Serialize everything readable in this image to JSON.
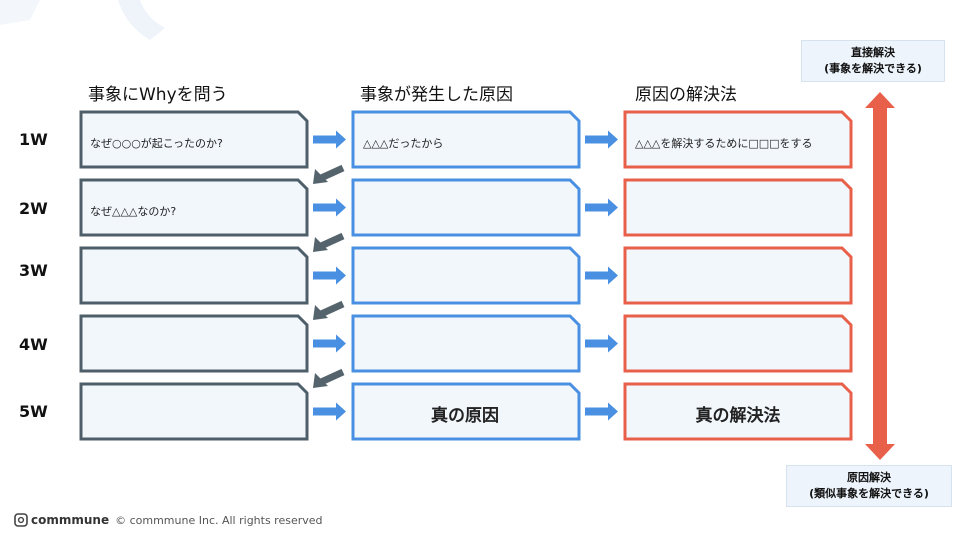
{
  "headers": {
    "why": "事象にWhyを問う",
    "cause": "事象が発生した原因",
    "solution": "原因の解決法"
  },
  "rows": [
    {
      "label": "1W",
      "why": "なぜ○○○が起こったのか?",
      "cause": "△△△だったから",
      "solution": "△△△を解決するために□□□をする"
    },
    {
      "label": "2W",
      "why": "なぜ△△△なのか?",
      "cause": "",
      "solution": ""
    },
    {
      "label": "3W",
      "why": "",
      "cause": "",
      "solution": ""
    },
    {
      "label": "4W",
      "why": "",
      "cause": "",
      "solution": ""
    },
    {
      "label": "5W",
      "why": "",
      "cause": "真の原因",
      "solution": "真の解決法"
    }
  ],
  "side": {
    "top_line1": "直接解決",
    "top_line2": "(事象を解決できる)",
    "bottom_line1": "原因解決",
    "bottom_line2": "(類似事象を解決できる)"
  },
  "footer": {
    "logo": "commmune",
    "copyright": "© commmune Inc. All rights reserved"
  },
  "colors": {
    "why_border": "#4f5f6a",
    "cause_border": "#4a90e2",
    "solution_border": "#e8604a",
    "box_fill": "#f2f7fc",
    "arrow_blue": "#4a90e2",
    "arrow_gray": "#55636d",
    "vertical_arrow": "#e8604a"
  }
}
